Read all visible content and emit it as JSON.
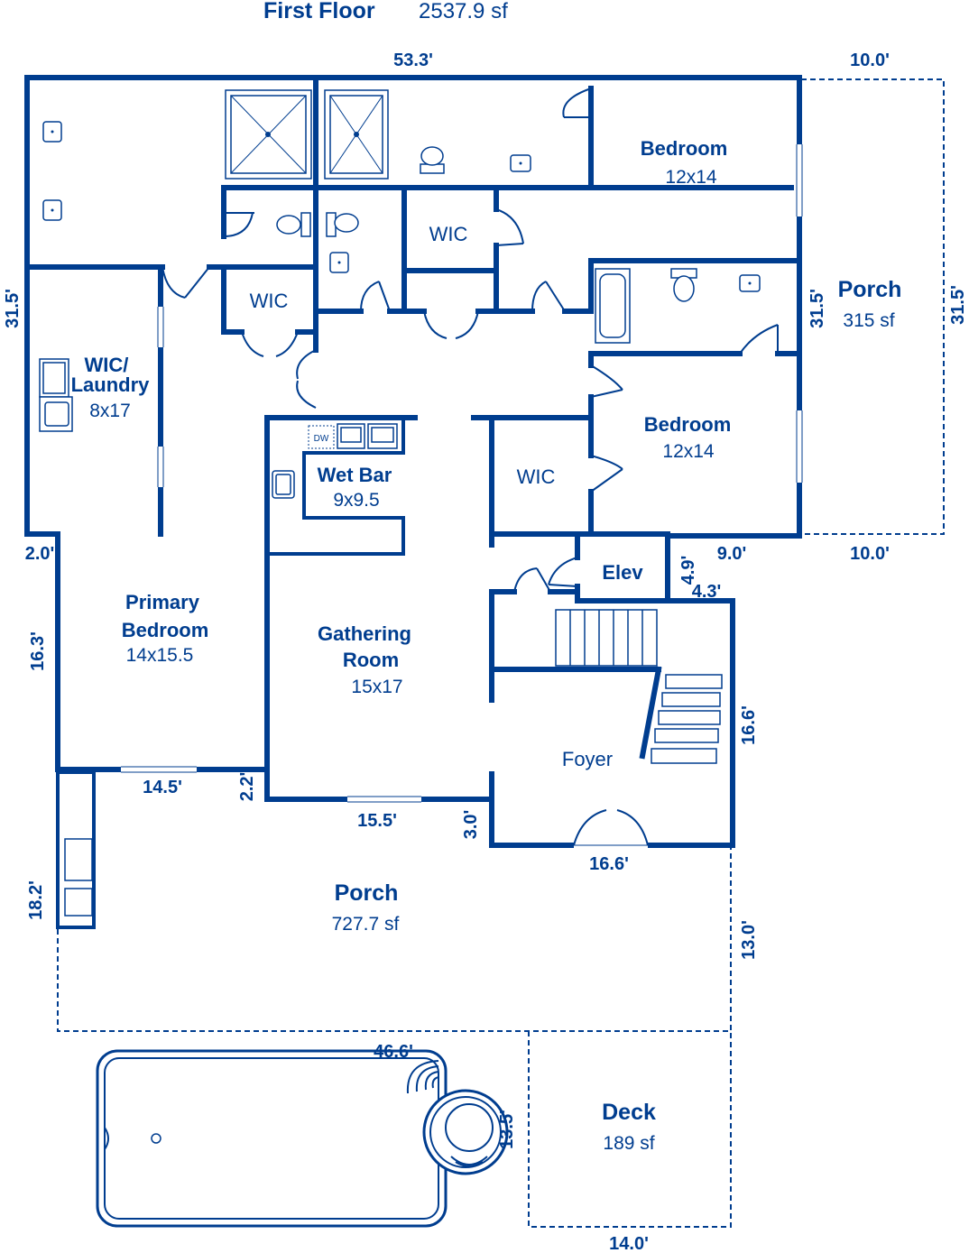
{
  "header": {
    "title": "First Floor",
    "area": "2537.9 sf"
  },
  "rooms": {
    "bedroom_ne": {
      "name": "Bedroom",
      "size": "12x14"
    },
    "bedroom_e": {
      "name": "Bedroom",
      "size": "12x14"
    },
    "wic_1": {
      "name": "WIC"
    },
    "wic_2": {
      "name": "WIC"
    },
    "wic_3": {
      "name": "WIC"
    },
    "laundry": {
      "name_line1": "WIC/",
      "name_line2": "Laundry",
      "size": "8x17"
    },
    "wet_bar": {
      "name": "Wet Bar",
      "size": "9x9.5",
      "dw": "DW"
    },
    "primary": {
      "name_line1": "Primary",
      "name_line2": "Bedroom",
      "size": "14x15.5"
    },
    "gathering": {
      "name_line1": "Gathering",
      "name_line2": "Room",
      "size": "15x17"
    },
    "elev": {
      "name": "Elev"
    },
    "foyer": {
      "name": "Foyer"
    },
    "porch_east": {
      "name": "Porch",
      "area": "315 sf"
    },
    "porch_south": {
      "name": "Porch",
      "area": "727.7 sf"
    },
    "deck": {
      "name": "Deck",
      "area": "189 sf"
    }
  },
  "dimensions": {
    "top_width": "53.3'",
    "porch_east_width_top": "10.0'",
    "porch_east_width_bottom": "10.0'",
    "left_height": "31.5'",
    "porch_east_inner": "31.5'",
    "porch_east_outer": "31.5'",
    "left_jog": "2.0'",
    "primary_height": "16.3'",
    "primary_width": "14.5'",
    "gathering_jog": "2.2'",
    "gathering_width": "15.5'",
    "foyer_jog": "3.0'",
    "foyer_width": "16.6'",
    "foyer_height": "16.6'",
    "east_jog": "9.0'",
    "elev_h": "4.9'",
    "elev_w": "4.3'",
    "porch_south_left": "18.2'",
    "porch_south_right": "13.0'",
    "pool_width": "46.6'",
    "spa_dim": "13.5'",
    "deck_width": "14.0'"
  }
}
